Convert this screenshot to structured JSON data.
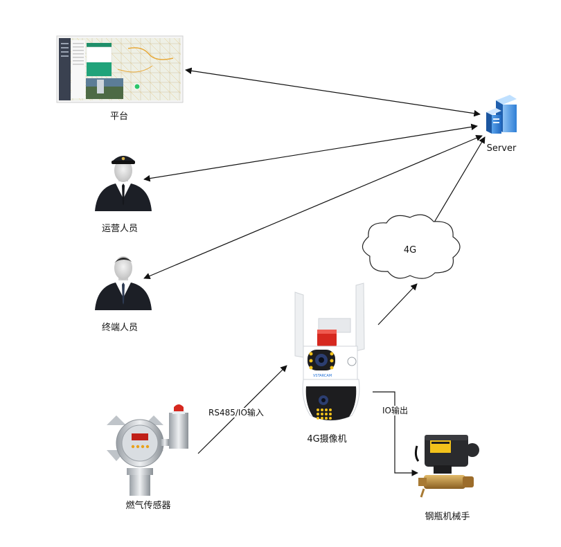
{
  "nodes": {
    "platform": "平台",
    "server": "Server",
    "operator": "运营人员",
    "terminal": "终端人员",
    "network": "4G",
    "camera": "4G摄像机",
    "sensor": "燃气传感器",
    "valve": "钢瓶机械手"
  },
  "edges": {
    "sensor_to_camera": "RS485/IO输入",
    "camera_to_valve": "IO输出"
  },
  "camera_brand": "VSTARCAM",
  "colors": {
    "arrow": "#111111",
    "server_blue": "#3c8ee6",
    "map_green": "#6d8f3a",
    "suit": "#1c1f26",
    "alarm_red": "#d6281f",
    "camera_body": "#ffffff",
    "camera_dark": "#1d1d1f",
    "brass": "#b8893f"
  }
}
